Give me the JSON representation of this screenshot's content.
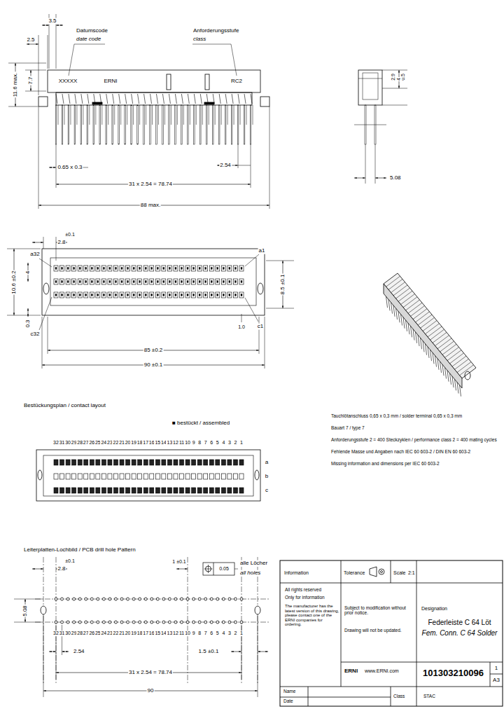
{
  "diagram": {
    "nodes": [
      {
        "text": [
          "Designation",
          "Federleiste C 64 Löt",
          "Fem. Conn. C 64 Solder"
        ]
      },
      {
        "text": [
          "101303210096"
        ]
      }
    ],
    "labels": [
      "3.5",
      "2.5",
      "Datumscode",
      "date code",
      "Anforderungsstufe",
      "class",
      "XXXXX",
      "ERNI",
      "RC2",
      "11.6 max.",
      "7.7",
      "0.65 x 0.3",
      "2.54",
      "31 x 2.54 = 78.74",
      "88 max.",
      "2.9",
      "0.5",
      "4",
      "5.08",
      "2.8",
      "±0.1",
      "a32",
      "a1",
      "10.6 ±0.2",
      "4",
      "0.3",
      "c32",
      "c1",
      "8.5 ±0.1",
      "1.0",
      "85 ±0.2",
      "90 ±0.1",
      "Bestückungsplan / contact layout",
      "■ bestückt / assembled",
      "32",
      "31",
      "30",
      "29",
      "28",
      "27",
      "26",
      "25",
      "24",
      "23",
      "22",
      "21",
      "20",
      "19",
      "18",
      "17",
      "16",
      "15",
      "14",
      "13",
      "12",
      "11",
      "10",
      "9",
      "8",
      "7",
      "6",
      "5",
      "4",
      "3",
      "2",
      "1",
      "a",
      "b",
      "c",
      "Tauchlötanschluss 0,65 x 0,3 mm / solder terminal 0,65 x 0,3 mm",
      "Bauart 7 / type 7",
      "Anforderungsstufe 2 = 400 Steckzyklen / performance class 2 = 400 mating cycles",
      "Fehlende Masse und Angaben nach IEC 60 603-2 / DIN EN 60 603-2",
      "Missing information and dimensions per IEC 60 603-2",
      "Leiterplatten-Lochbild / PCB drill hole Pattern",
      "2.8",
      "±0.1",
      "1 ±0.1",
      "0.05",
      "alle Löcher",
      "all holes",
      "32",
      "31",
      "30",
      "29",
      "28",
      "27",
      "26",
      "25",
      "24",
      "23",
      "22",
      "21",
      "20",
      "19",
      "18",
      "17",
      "16",
      "15",
      "14",
      "13",
      "12",
      "11",
      "10",
      "9",
      "8",
      "7",
      "6",
      "5",
      "4",
      "3",
      "2",
      "1",
      "2.54",
      "1.5 ±0.1",
      "5.08",
      "31 x 2.54 = 78.74",
      "90",
      "Information",
      "Tolerance",
      "Scale",
      "2:1",
      "All rights reserved",
      "Only for information",
      "The manufacturer has the latest version of this drawing, please contact one of the ERNI companies for ordering.",
      "Subject to modification without prior notice.",
      "Drawing will not be updated.",
      "ERNI",
      "www.ERNI.com",
      "1",
      "A3",
      "Name",
      "Date",
      "Class",
      "STAC"
    ]
  }
}
